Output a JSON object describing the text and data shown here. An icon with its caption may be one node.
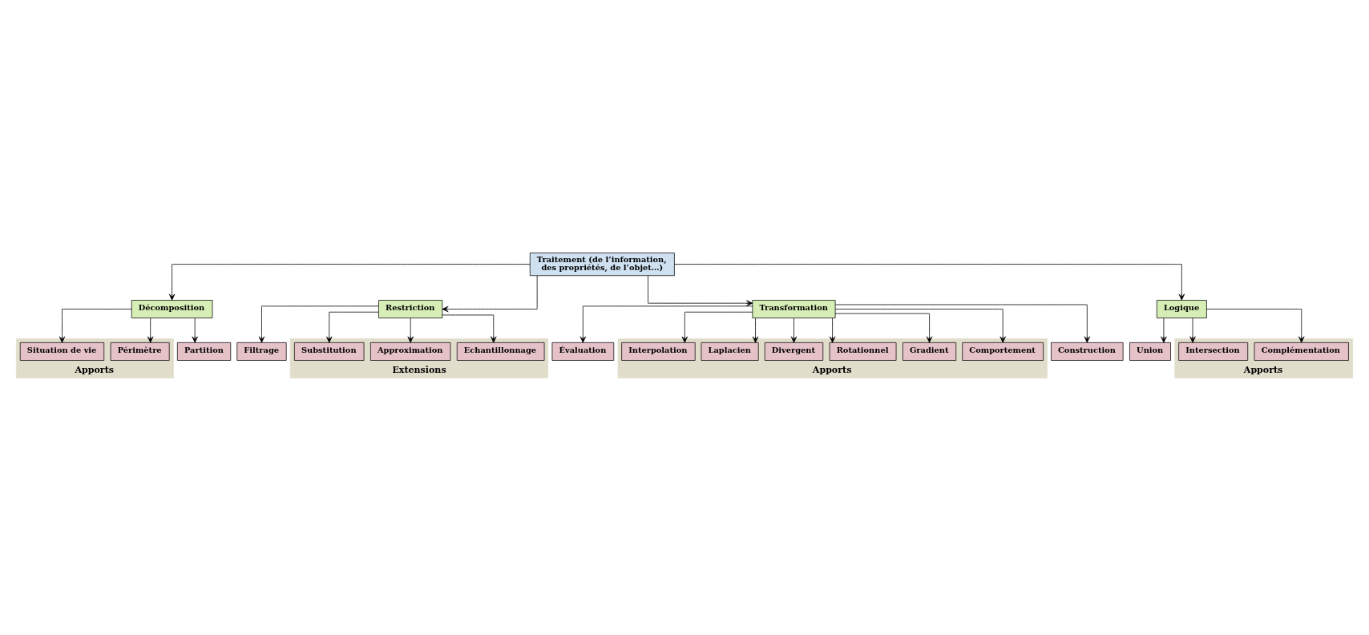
{
  "diagram": {
    "nodes": [
      {
        "text": [
          "Traitement (de l’information, des propriétés, de l’objet…)"
        ]
      },
      {
        "text": [
          "Décomposition"
        ]
      },
      {
        "text": [
          "Restriction"
        ]
      },
      {
        "text": [
          "Transformation"
        ]
      },
      {
        "text": [
          "Logique"
        ]
      },
      {
        "text": [
          "Apports"
        ]
      },
      {
        "text": [
          "Périmètre"
        ],
        "in": 5
      },
      {
        "text": [
          "Situation de vie"
        ],
        "in": 5
      },
      {
        "text": [
          "Partition"
        ]
      },
      {
        "text": [
          "Filtrage"
        ]
      },
      {
        "text": [
          "Extensions"
        ]
      },
      {
        "text": [
          "Echantillonnage"
        ],
        "in": 10
      },
      {
        "text": [
          "Approximation"
        ],
        "in": 10
      },
      {
        "text": [
          "Substitution"
        ],
        "in": 10
      },
      {
        "text": [
          "Évaluation"
        ]
      },
      {
        "text": [
          "Apports"
        ]
      },
      {
        "text": [
          "Comportement"
        ],
        "in": 15
      },
      {
        "text": [
          "Gradient"
        ],
        "in": 15
      },
      {
        "text": [
          "Rotationnel"
        ],
        "in": 15
      },
      {
        "text": [
          "Divergent"
        ],
        "in": 15
      },
      {
        "text": [
          "Laplacien"
        ],
        "in": 15
      },
      {
        "text": [
          "Interpolation"
        ],
        "in": 15
      },
      {
        "text": [
          "Construction"
        ]
      },
      {
        "text": [
          "Union"
        ]
      },
      {
        "text": [
          "Apports"
        ]
      },
      {
        "text": [
          "Complémentation"
        ],
        "in": 24
      },
      {
        "text": [
          "Intersection"
        ],
        "in": 24
      }
    ],
    "edges": [
      {
        "from": 0,
        "to": 1,
        "arrow": "to"
      },
      {
        "from": 0,
        "to": 2,
        "arrow": "to"
      },
      {
        "from": 0,
        "to": 3,
        "arrow": "to"
      },
      {
        "from": 0,
        "to": 4,
        "arrow": "to"
      },
      {
        "from": 1,
        "to": 6,
        "arrow": "to"
      },
      {
        "from": 1,
        "to": 7,
        "arrow": "to"
      },
      {
        "from": 1,
        "to": 8,
        "arrow": "to"
      },
      {
        "from": 2,
        "to": 9,
        "arrow": "to"
      },
      {
        "from": 2,
        "to": 11,
        "arrow": "to"
      },
      {
        "from": 2,
        "to": 12,
        "arrow": "to"
      },
      {
        "from": 2,
        "to": 13,
        "arrow": "to"
      },
      {
        "from": 3,
        "to": 14,
        "arrow": "to"
      },
      {
        "from": 3,
        "to": 16,
        "arrow": "to"
      },
      {
        "from": 3,
        "to": 17,
        "arrow": "to"
      },
      {
        "from": 3,
        "to": 18,
        "arrow": "to"
      },
      {
        "from": 3,
        "to": 19,
        "arrow": "to"
      },
      {
        "from": 3,
        "to": 20,
        "arrow": "to"
      },
      {
        "from": 3,
        "to": 21,
        "arrow": "to"
      },
      {
        "from": 3,
        "to": 22,
        "arrow": "to"
      },
      {
        "from": 4,
        "to": 23,
        "arrow": "to"
      },
      {
        "from": 4,
        "to": 25,
        "arrow": "to"
      },
      {
        "from": 4,
        "to": 26,
        "arrow": "to"
      }
    ]
  }
}
